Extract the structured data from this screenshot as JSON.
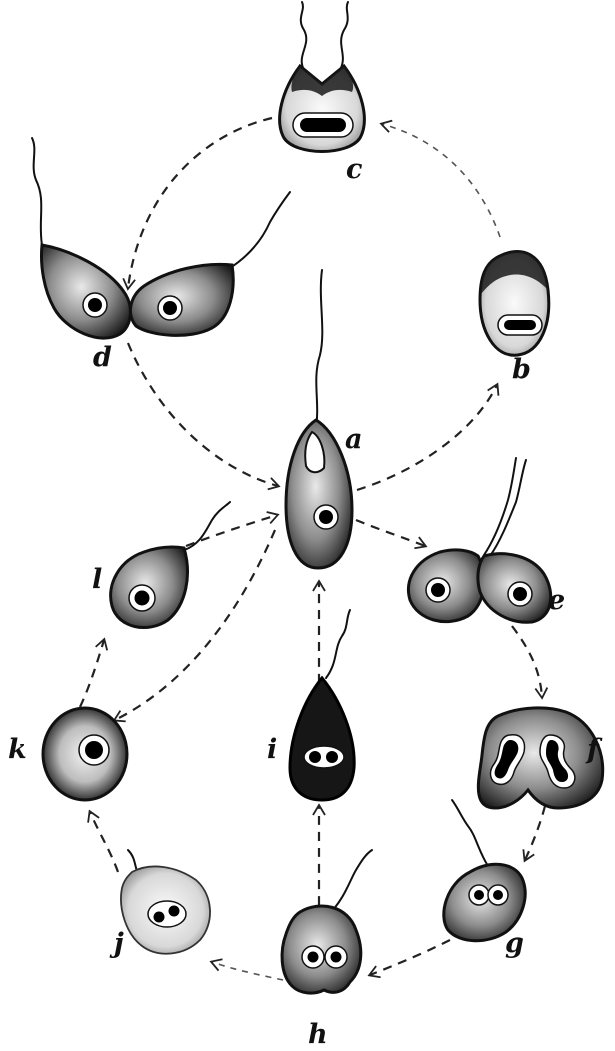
{
  "labels": {
    "a": "a",
    "b": "b",
    "c": "c",
    "d": "d",
    "e": "e",
    "f": "f",
    "g": "g",
    "h": "h",
    "i": "i",
    "j": "j",
    "k": "k",
    "l": "l"
  }
}
